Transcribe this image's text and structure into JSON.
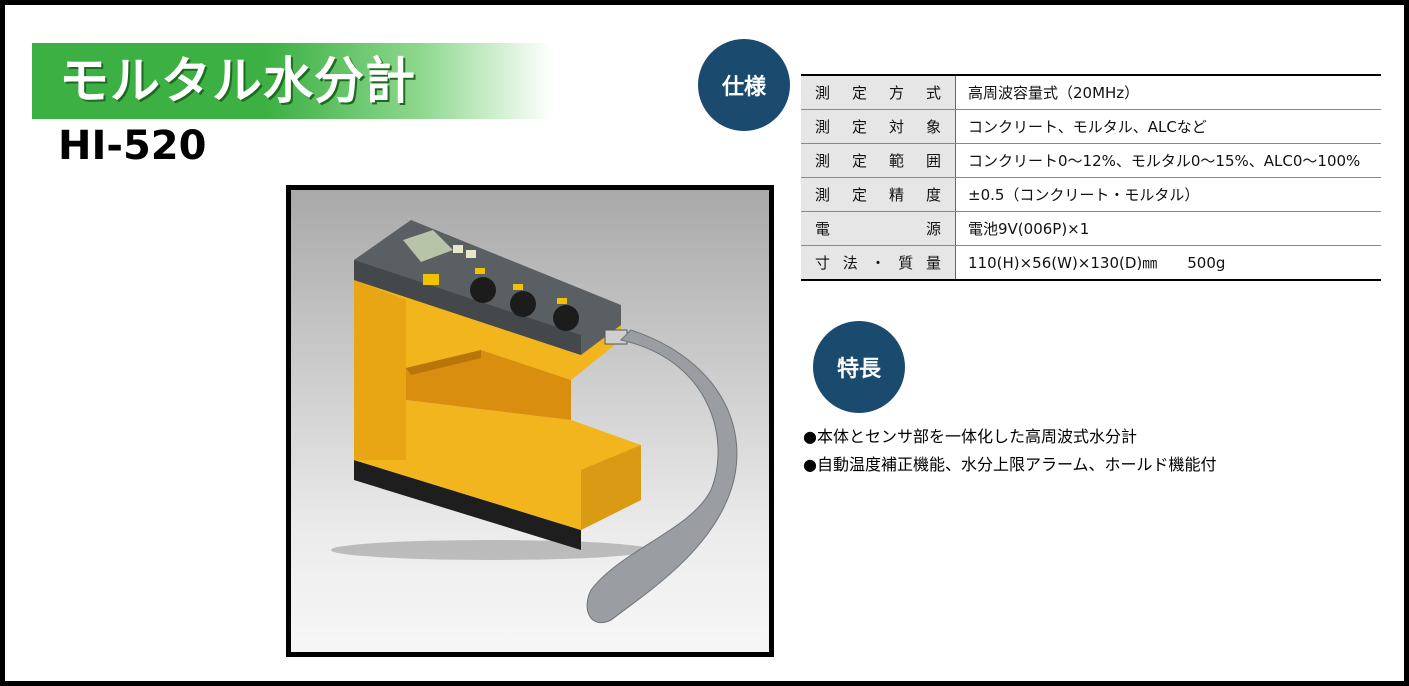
{
  "header": {
    "title": "モルタル水分計",
    "model": "HI-520"
  },
  "specs": {
    "heading": "仕様",
    "rows": [
      {
        "label": "測定方式",
        "value": "高周波容量式（20MHz）"
      },
      {
        "label": "測定対象",
        "value": "コンクリート、モルタル、ALCなど"
      },
      {
        "label": "測定範囲",
        "value": "コンクリート0～12%、モルタル0～15%、ALC0～100%"
      },
      {
        "label": "測定精度",
        "value": "±0.5（コンクリート・モルタル）"
      },
      {
        "label": "電源",
        "value": "電池9V(006P)×1"
      },
      {
        "label": "寸法・質量",
        "value": "110(H)×56(W)×130(D)㎜　　500g"
      }
    ]
  },
  "features": {
    "heading": "特長",
    "items": [
      "●本体とセンサ部を一体化した高周波式水分計",
      "●自動温度補正機能、水分上限アラーム、ホールド機能付"
    ]
  },
  "colors": {
    "title_green": "#3cb043",
    "badge_navy": "#1a4a6e",
    "device_yellow": "#f2b51e",
    "panel_gray": "#5a5f63"
  }
}
